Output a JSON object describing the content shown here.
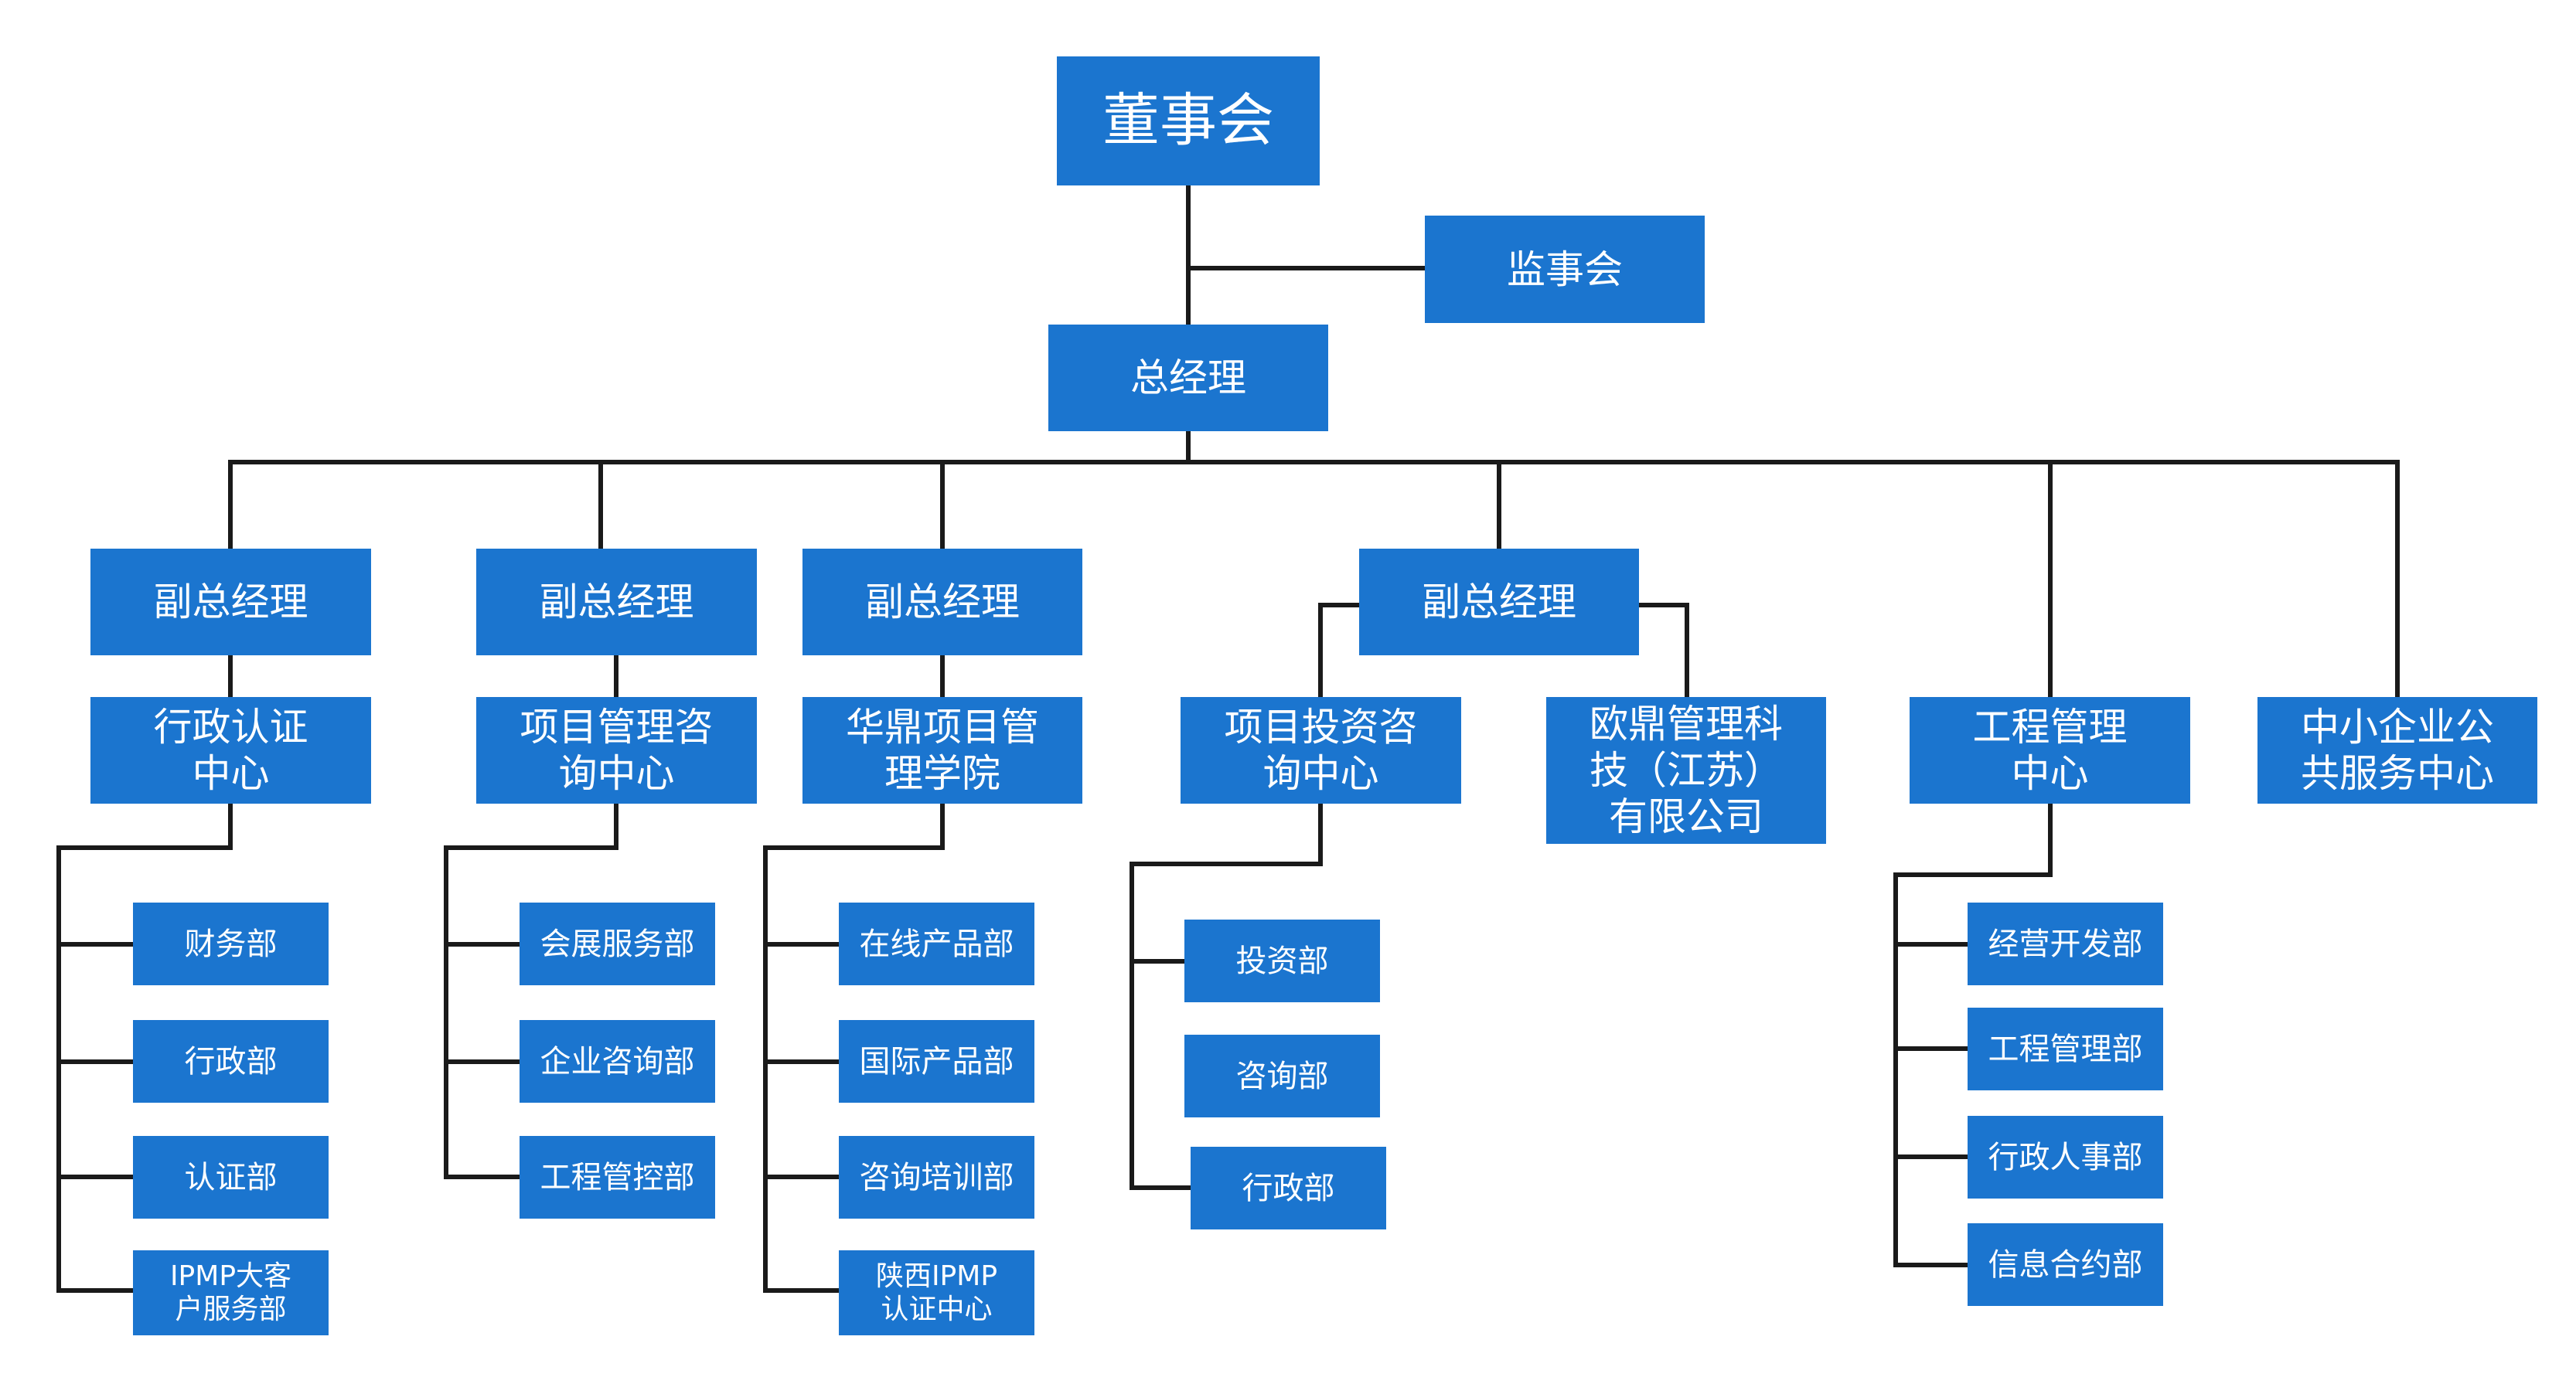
{
  "board": "董事会",
  "supervisors": "监事会",
  "general_manager": "总经理",
  "vp_label": "副总经理",
  "centers": {
    "admin_cert": "行政认证\n中心",
    "pm_consult": "项目管理咨\n询中心",
    "huading_academy": "华鼎项目管\n理学院",
    "invest_consult": "项目投资咨\n询中心",
    "ouding_tech": "欧鼎管理科\n技（江苏）\n有限公司",
    "engineering": "工程管理\n中心",
    "sme_service": "中小企业公\n共服务中心"
  },
  "departments": {
    "admin_cert": [
      "财务部",
      "行政部",
      "认证部",
      "IPMP大客\n户服务部"
    ],
    "pm_consult": [
      "会展服务部",
      "企业咨询部",
      "工程管控部"
    ],
    "huading_academy": [
      "在线产品部",
      "国际产品部",
      "咨询培训部",
      "陕西IPMP\n认证中心"
    ],
    "invest_consult": [
      "投资部",
      "咨询部",
      "行政部"
    ],
    "engineering": [
      "经营开发部",
      "工程管理部",
      "行政人事部",
      "信息合约部"
    ]
  },
  "colors": {
    "box": "#1b75cf",
    "text": "#ffffff",
    "line": "#1a1a1a"
  }
}
